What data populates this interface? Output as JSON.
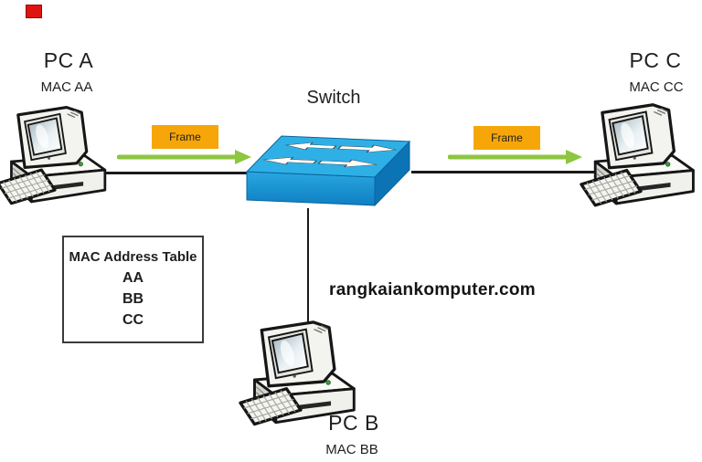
{
  "nodes": {
    "pc_a": {
      "name": "PC A",
      "mac": "MAC AA"
    },
    "pc_b": {
      "name": "PC B",
      "mac": "MAC BB"
    },
    "pc_c": {
      "name": "PC C",
      "mac": "MAC CC"
    },
    "switch": {
      "name": "Switch"
    }
  },
  "frames": {
    "left_label": "Frame",
    "right_label": "Frame"
  },
  "mac_table": {
    "title": "MAC Address Table",
    "entries": [
      "AA",
      "BB",
      "CC"
    ]
  },
  "watermark": "rangkaiankomputer.com",
  "colors": {
    "frame_bg": "#F7A60A",
    "arrow_green": "#8DC63F",
    "link_line": "#1a1a1a",
    "marker_red": "#df1410",
    "switch_top": "#2EB0E6",
    "switch_front_grad": "#1796D6",
    "switch_side": "#0C74B4"
  }
}
